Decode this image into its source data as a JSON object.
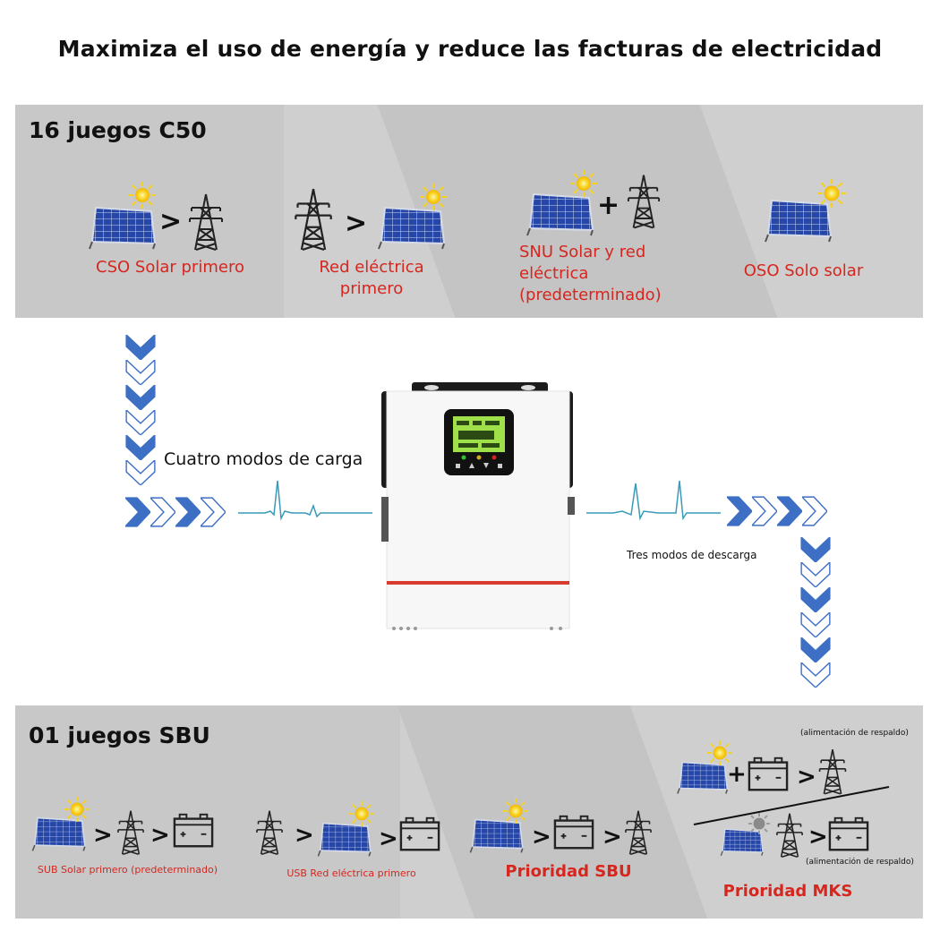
{
  "title": "Maximiza el uso de energía y reduce las facturas de electricidad",
  "top_band": {
    "heading": "16 juegos C50",
    "modes": [
      {
        "label": "CSO Solar primero"
      },
      {
        "label": "Red eléctrica primero"
      },
      {
        "label": "SNU Solar y red eléctrica (predeterminado)"
      },
      {
        "label": "OSO Solo solar"
      }
    ]
  },
  "middle": {
    "charge_label": "Cuatro modos de carga",
    "discharge_label": "Tres modos de descarga"
  },
  "bottom_band": {
    "heading": "01 juegos SBU",
    "modes": [
      {
        "label": "SUB Solar primero (predeterminado)"
      },
      {
        "label": "USB Red eléctrica primero"
      },
      {
        "label": "Prioridad SBU"
      },
      {
        "label": "Prioridad MKS"
      }
    ],
    "backup_note_top": "(alimentación de respaldo)",
    "backup_note_bottom": "(alimentación de respaldo)"
  },
  "symbols": {
    "greater": ">",
    "plus": "+"
  },
  "colors": {
    "band_gray": "#cfcfcf",
    "label_red": "#d6261e",
    "arrow_blue": "#3d6fc4",
    "panel_blue": "#2747a8",
    "sun_yellow": "#f7d21c",
    "inverter_red_stripe": "#d93a2e"
  },
  "icons": [
    "solar-panel-icon",
    "sun-icon",
    "power-tower-icon",
    "battery-icon",
    "chevron-arrow-icon",
    "waveform-icon",
    "inverter-device-icon"
  ]
}
